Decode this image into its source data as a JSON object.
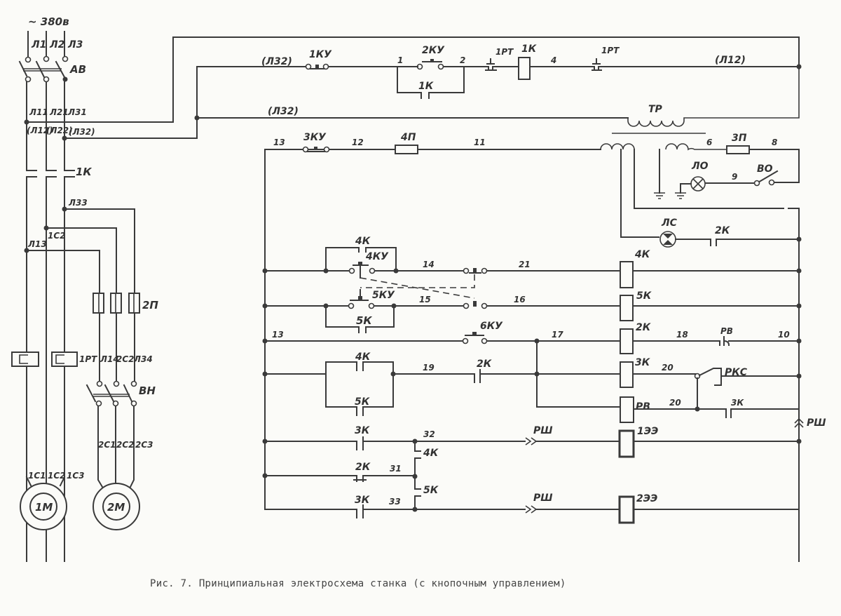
{
  "caption": "Рис. 7. Принципиальная электросхема станка (с кнопочным управлением)",
  "power": {
    "supply": "~ 380в",
    "phases": [
      "Л1",
      "Л2",
      "Л3"
    ],
    "breaker": "АВ",
    "after_breaker": [
      "Л11",
      "Л21",
      "Л31"
    ],
    "taps": [
      "(Л12)",
      "(Л22)",
      "(Л32)"
    ],
    "main_contactor": "1К",
    "branch_labels": [
      "Л33",
      "1С2",
      "Л13"
    ],
    "fuses_2": "2П",
    "thermal_relay": "1РТ",
    "branch2_labels": [
      "Л14",
      "2С2",
      "Л34"
    ],
    "switch_vn": "ВН",
    "motor1_leads": [
      "1С1",
      "1С2",
      "1С3"
    ],
    "motor2_leads": [
      "2С1",
      "2С2",
      "2С3"
    ],
    "motor1": "1М",
    "motor2": "2М"
  },
  "control": {
    "l32_top": "(Л32)",
    "l32_mid": "(Л32)",
    "l12": "(Л12)",
    "btn_1ky": "1КУ",
    "btn_2ky": "2КУ",
    "node_1": "1",
    "node_2": "2",
    "node_4": "4",
    "rt_contact_a": "1РТ",
    "rt_contact_b": "1РТ",
    "coil_1k": "1К",
    "hold_1k": "1К",
    "transformer": "ТР",
    "node_13a": "13",
    "btn_3ky": "3КУ",
    "node_12": "12",
    "fuse_4p": "4П",
    "node_11": "11",
    "node_6": "6",
    "fuse_3p": "3П",
    "node_8": "8",
    "lamp_lo": "ЛО",
    "node_9": "9",
    "switch_vo": "ВО",
    "lamp_ls": "ЛС",
    "ls_contact": "2К",
    "r1_contact": "4К",
    "r1_btn": "4КУ",
    "r1_node_14": "14",
    "r1_node_21": "21",
    "r1_coil": "4К",
    "r2_btn": "5КУ",
    "r2_contact": "5К",
    "r2_node_15": "15",
    "r2_node_16": "16",
    "r2_coil": "5К",
    "r3_node_13": "13",
    "r3_btn": "6КУ",
    "r3_node_17": "17",
    "r3_coil": "2К",
    "r3_node_18": "18",
    "r3_rv_contact": "РВ",
    "r3_node_10": "10",
    "r4_contact_a": "4К",
    "r4_contact_b": "5К",
    "r4_node_19": "19",
    "r4_contact_2k": "2К",
    "r4_coil": "3К",
    "r4_node_20": "20",
    "r4_rks": "РКС",
    "r5_coil": "РВ",
    "r5_node_20": "20",
    "r5_contact_3k": "3К",
    "plug_rsh_right": "РШ",
    "r6_contact_3k": "3К",
    "r6_node_32": "32",
    "r6_rsh": "РШ",
    "r6_coil": "1ЭЭ",
    "link_4k": "4К",
    "r7_contact_2k": "2К",
    "r7_node_31": "31",
    "link_5k": "5К",
    "r8_contact_3k": "3К",
    "r8_node_33": "33",
    "r8_rsh": "РШ",
    "r8_coil": "2ЭЭ"
  }
}
